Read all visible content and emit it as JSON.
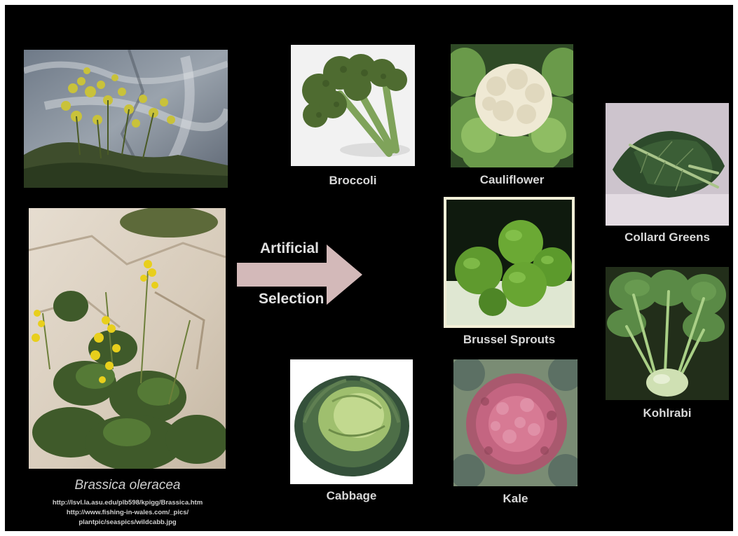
{
  "colors": {
    "background": "#000000",
    "label_text": "#d8d8d8",
    "arrow_fill": "#d3b9b9"
  },
  "species": {
    "name": "Brassica oleracea",
    "sources": [
      "http://lsvl.la.asu.edu/plb598/kpigg/Brassica.htm",
      "http://www.fishing-in-wales.com/_pics/",
      "plantpic/seaspics/wildcabb.jpg"
    ]
  },
  "arrow": {
    "line1": "Artificial",
    "line2": "Selection"
  },
  "vegetables": {
    "broccoli": "Broccoli",
    "cauliflower": "Cauliflower",
    "collard_greens": "Collard Greens",
    "brussel_sprouts": "Brussel Sprouts",
    "kohlrabi": "Kohlrabi",
    "cabbage": "Cabbage",
    "kale": "Kale"
  }
}
